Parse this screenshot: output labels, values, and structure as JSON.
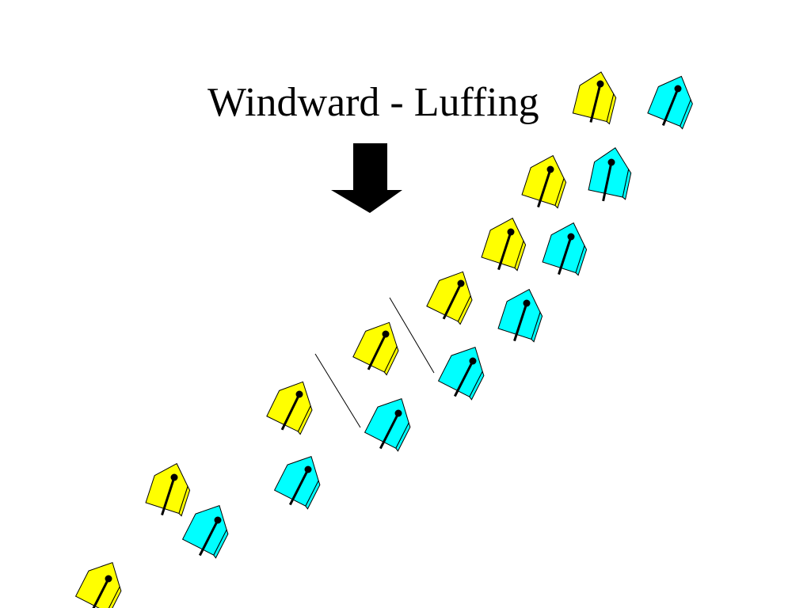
{
  "slide": {
    "title": "Windward - Luffing",
    "arrow_icon": "wind-direction-arrow-icon"
  },
  "colors": {
    "windward_boat": "#ffff00",
    "leeward_boat": "#00ffff",
    "outline": "#000000",
    "background": "#ffffff"
  },
  "boats": {
    "windward_color_name": "yellow",
    "leeward_color_name": "cyan"
  }
}
